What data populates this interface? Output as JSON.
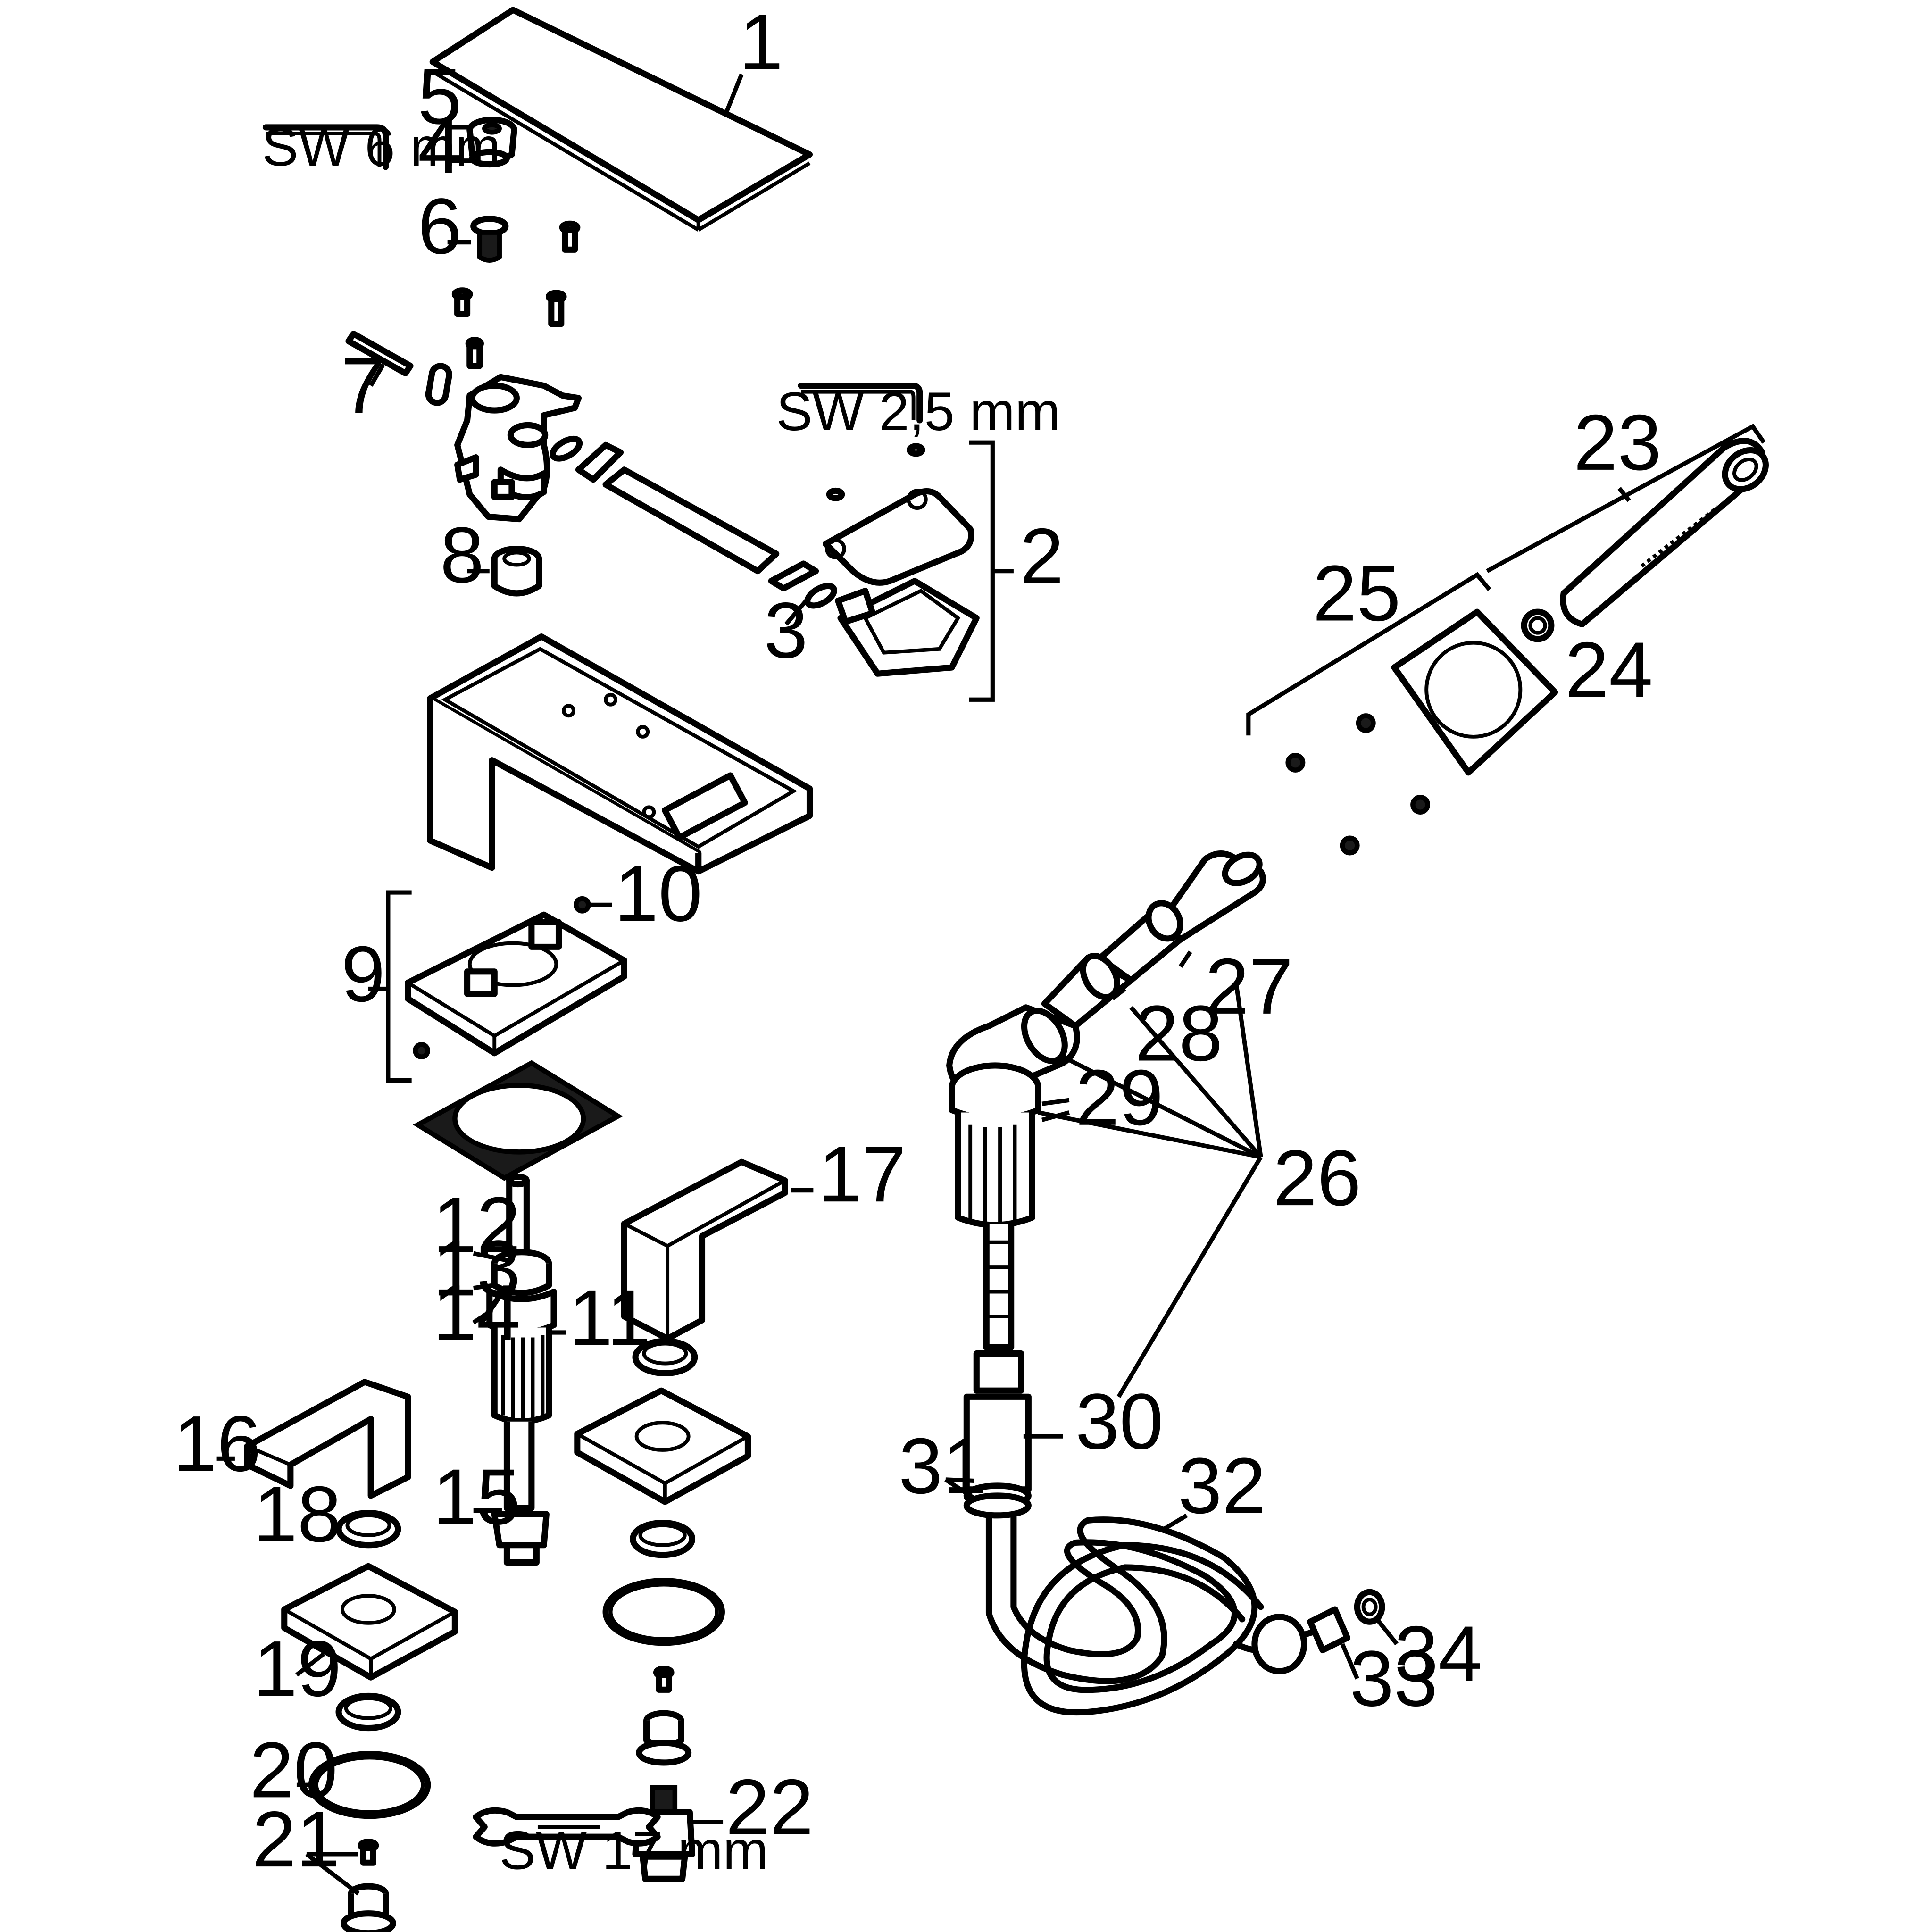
{
  "tools": {
    "hex_key_large": "SW 6 mm",
    "hex_key_small": "SW 2,5 mm",
    "wrench": "SW 17 mm"
  },
  "callouts": {
    "c1": "1",
    "c2": "2",
    "c3": "3",
    "c4": "4",
    "c5": "5",
    "c6": "6",
    "c7": "7",
    "c8": "8",
    "c9": "9",
    "c10": "10",
    "c11": "11",
    "c12": "12",
    "c13": "13",
    "c14": "14",
    "c15": "15",
    "c16": "16",
    "c17": "17",
    "c18": "18",
    "c19": "19",
    "c20": "20",
    "c21": "21",
    "c22": "22",
    "c23": "23",
    "c24": "24",
    "c25": "25",
    "c26": "26",
    "c27": "27",
    "c28": "28",
    "c29": "29",
    "c30": "30",
    "c31": "31",
    "c32": "32",
    "c33": "33",
    "c34": "34"
  }
}
